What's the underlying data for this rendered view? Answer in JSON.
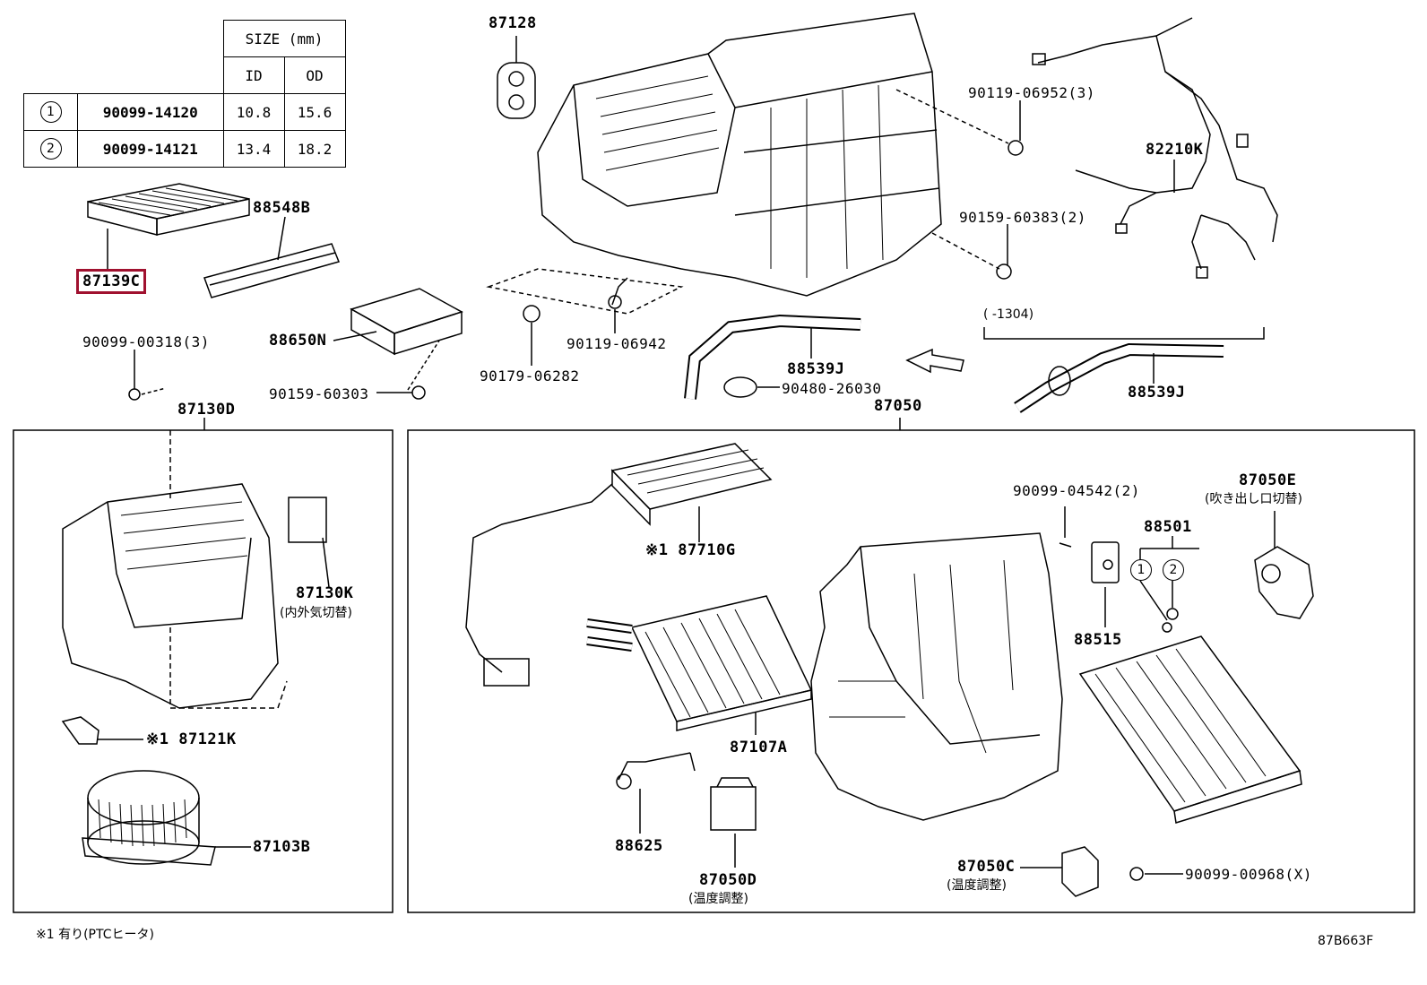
{
  "size_table": {
    "header": "SIZE (mm)",
    "col_id": "ID",
    "col_od": "OD",
    "rows": [
      {
        "mark": "1",
        "part": "90099-14120",
        "id": "10.8",
        "od": "15.6"
      },
      {
        "mark": "2",
        "part": "90099-14121",
        "id": "13.4",
        "od": "18.2"
      }
    ]
  },
  "labels": {
    "p87128": "87128",
    "p88548B": "88548B",
    "p87139C": "87139C",
    "p88650N": "88650N",
    "p90099_00318": "90099-00318(3)",
    "p90159_60303": "90159-60303",
    "p90179_06282": "90179-06282",
    "p90119_06942": "90119-06942",
    "p88539J_a": "88539J",
    "p90480_26030": "90480-26030",
    "p90119_06952": "90119-06952(3)",
    "p82210K": "82210K",
    "p90159_60383": "90159-60383(2)",
    "range_note": "(   -1304)",
    "p88539J_b": "88539J",
    "p87130D": "87130D",
    "p87050": "87050",
    "p87130K": "87130K",
    "p87130K_jp": "(内外気切替)",
    "p87121K": "※1 87121K",
    "p87103B": "87103B",
    "p87710G": "※1 87710G",
    "p87107A": "87107A",
    "p88625": "88625",
    "p87050D": "87050D",
    "p87050D_jp": "(温度調整)",
    "p87050C": "87050C",
    "p87050C_jp": "(温度調整)",
    "p90099_00968": "90099-00968(X)",
    "p90099_04542": "90099-04542(2)",
    "p88501": "88501",
    "p88515": "88515",
    "p87050E": "87050E",
    "p87050E_jp": "(吹き出し口切替)",
    "mark1": "1",
    "mark2": "2"
  },
  "footnote": "※1 有り(PTCヒータ)",
  "drawing_code": "87B663F",
  "colors": {
    "highlight": "#a0112f",
    "line": "#000000"
  }
}
